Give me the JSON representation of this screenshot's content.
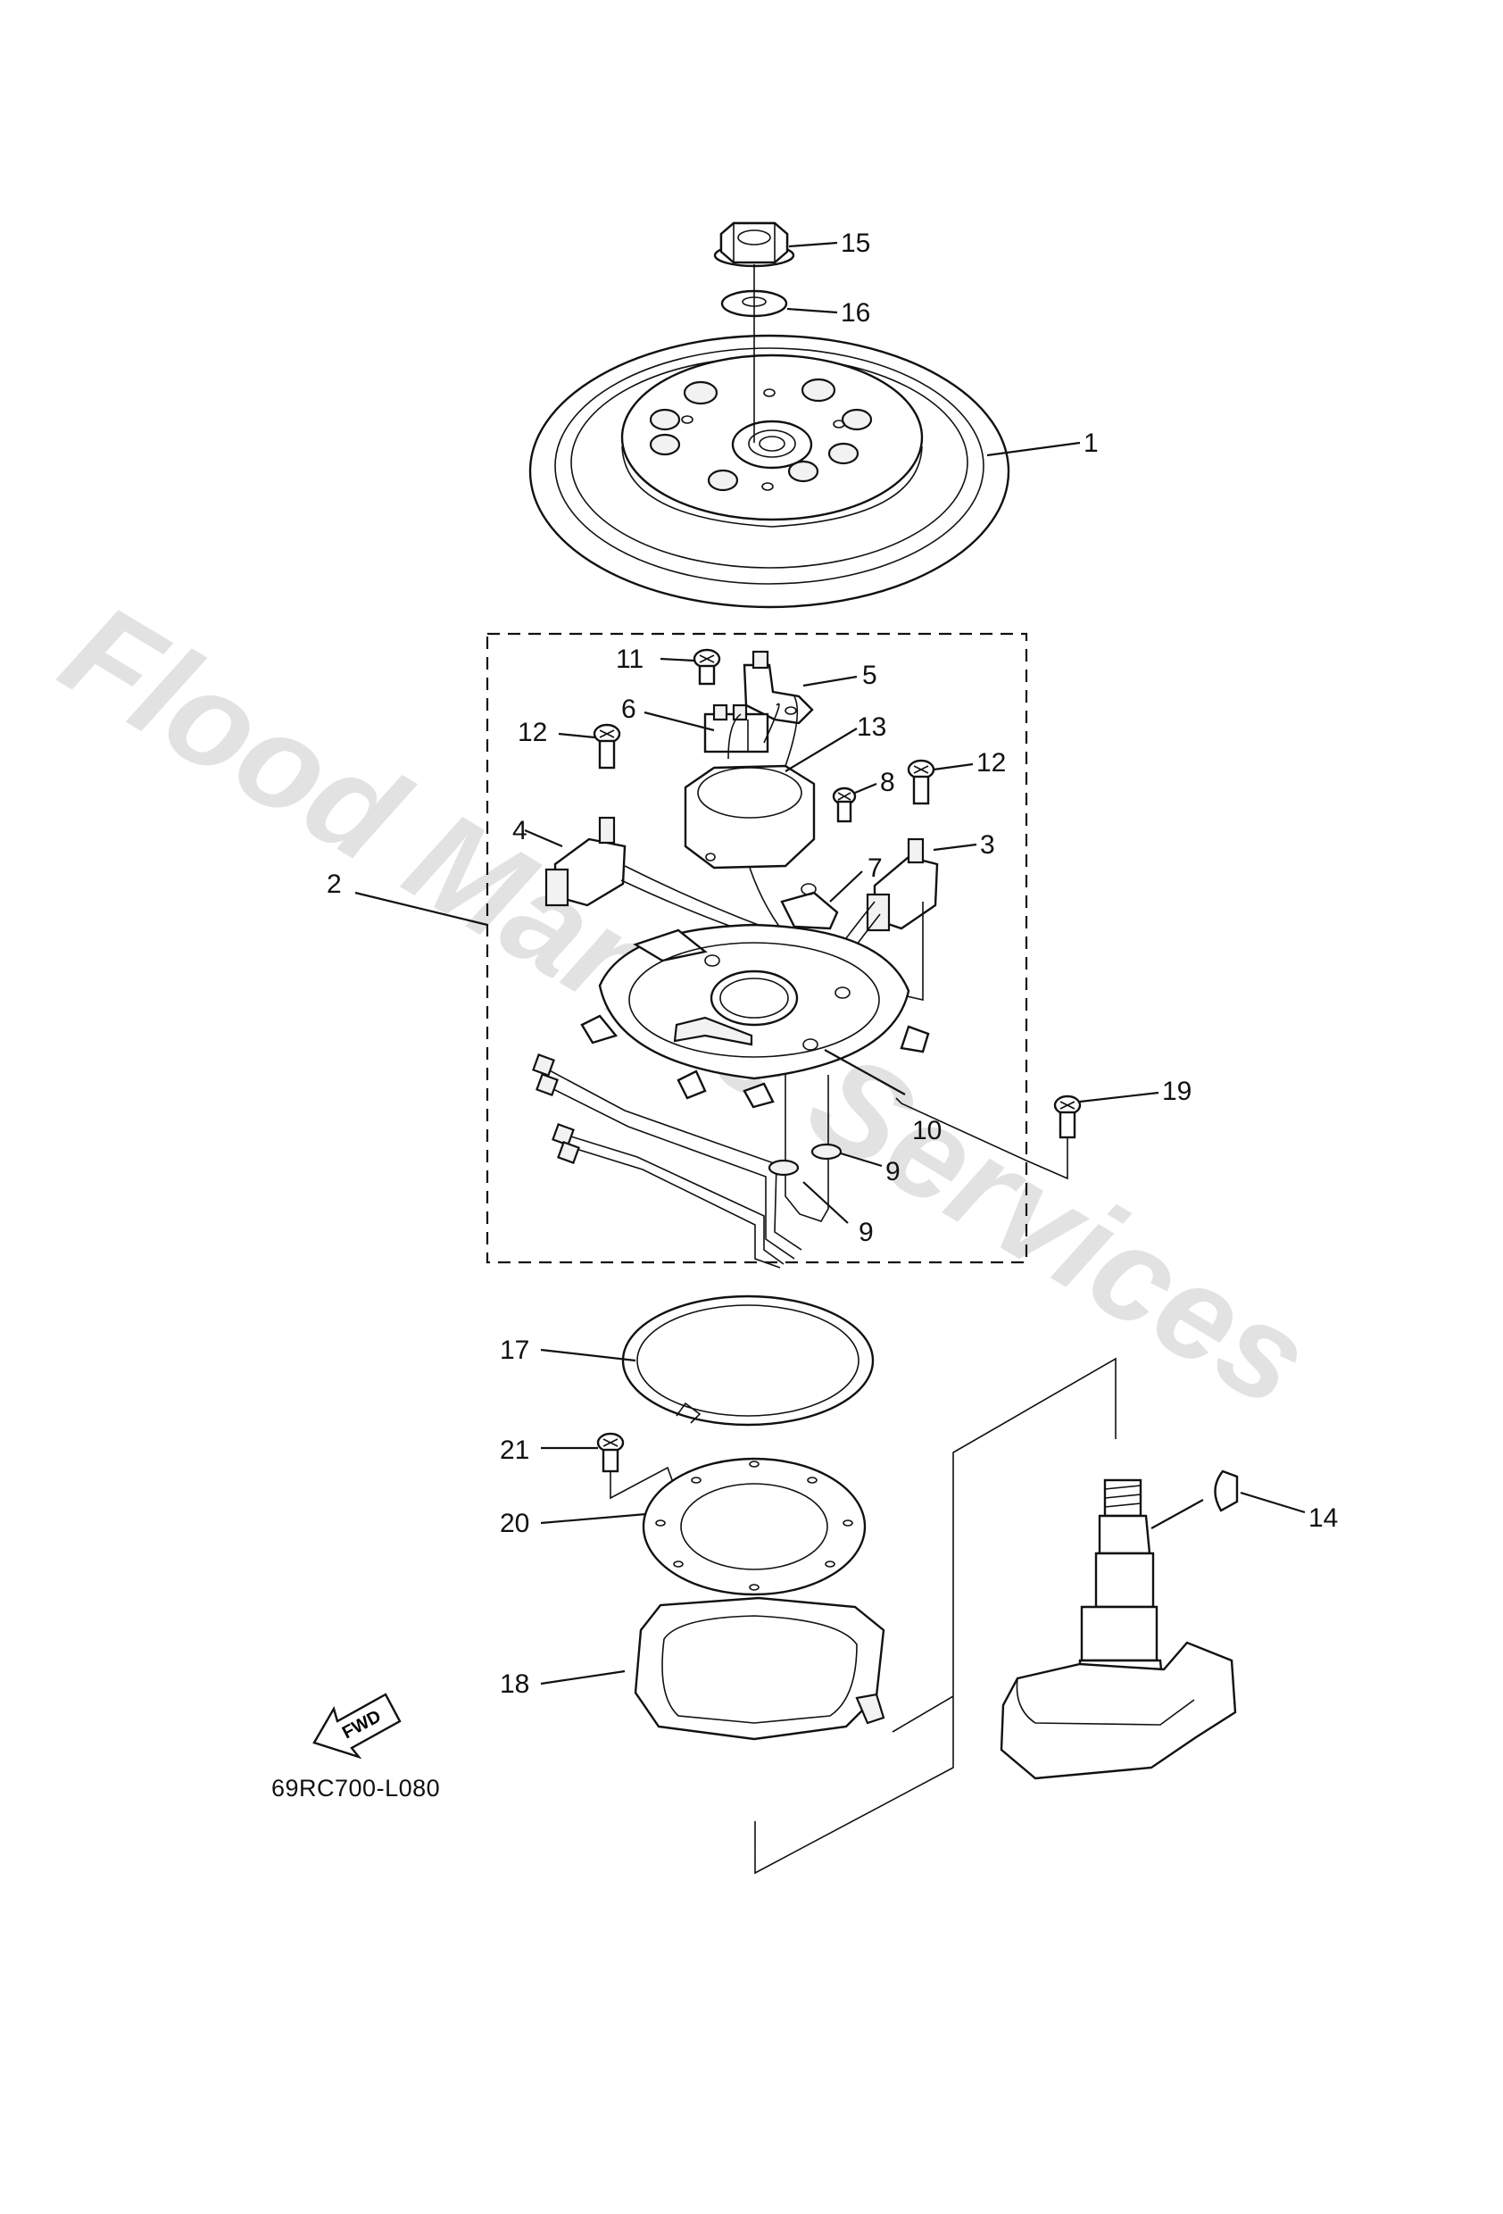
{
  "watermark": "Flood Marine Services",
  "diagram_code": "69RC700-L080",
  "fwd_label": "FWD",
  "callouts": {
    "c1": "1",
    "c2": "2",
    "c3": "3",
    "c4": "4",
    "c5": "5",
    "c6": "6",
    "c7": "7",
    "c8": "8",
    "c9a": "9",
    "c9b": "9",
    "c10": "10",
    "c11": "11",
    "c12a": "12",
    "c12b": "12",
    "c13": "13",
    "c14": "14",
    "c15": "15",
    "c16": "16",
    "c17": "17",
    "c18": "18",
    "c19": "19",
    "c20": "20",
    "c21": "21"
  }
}
